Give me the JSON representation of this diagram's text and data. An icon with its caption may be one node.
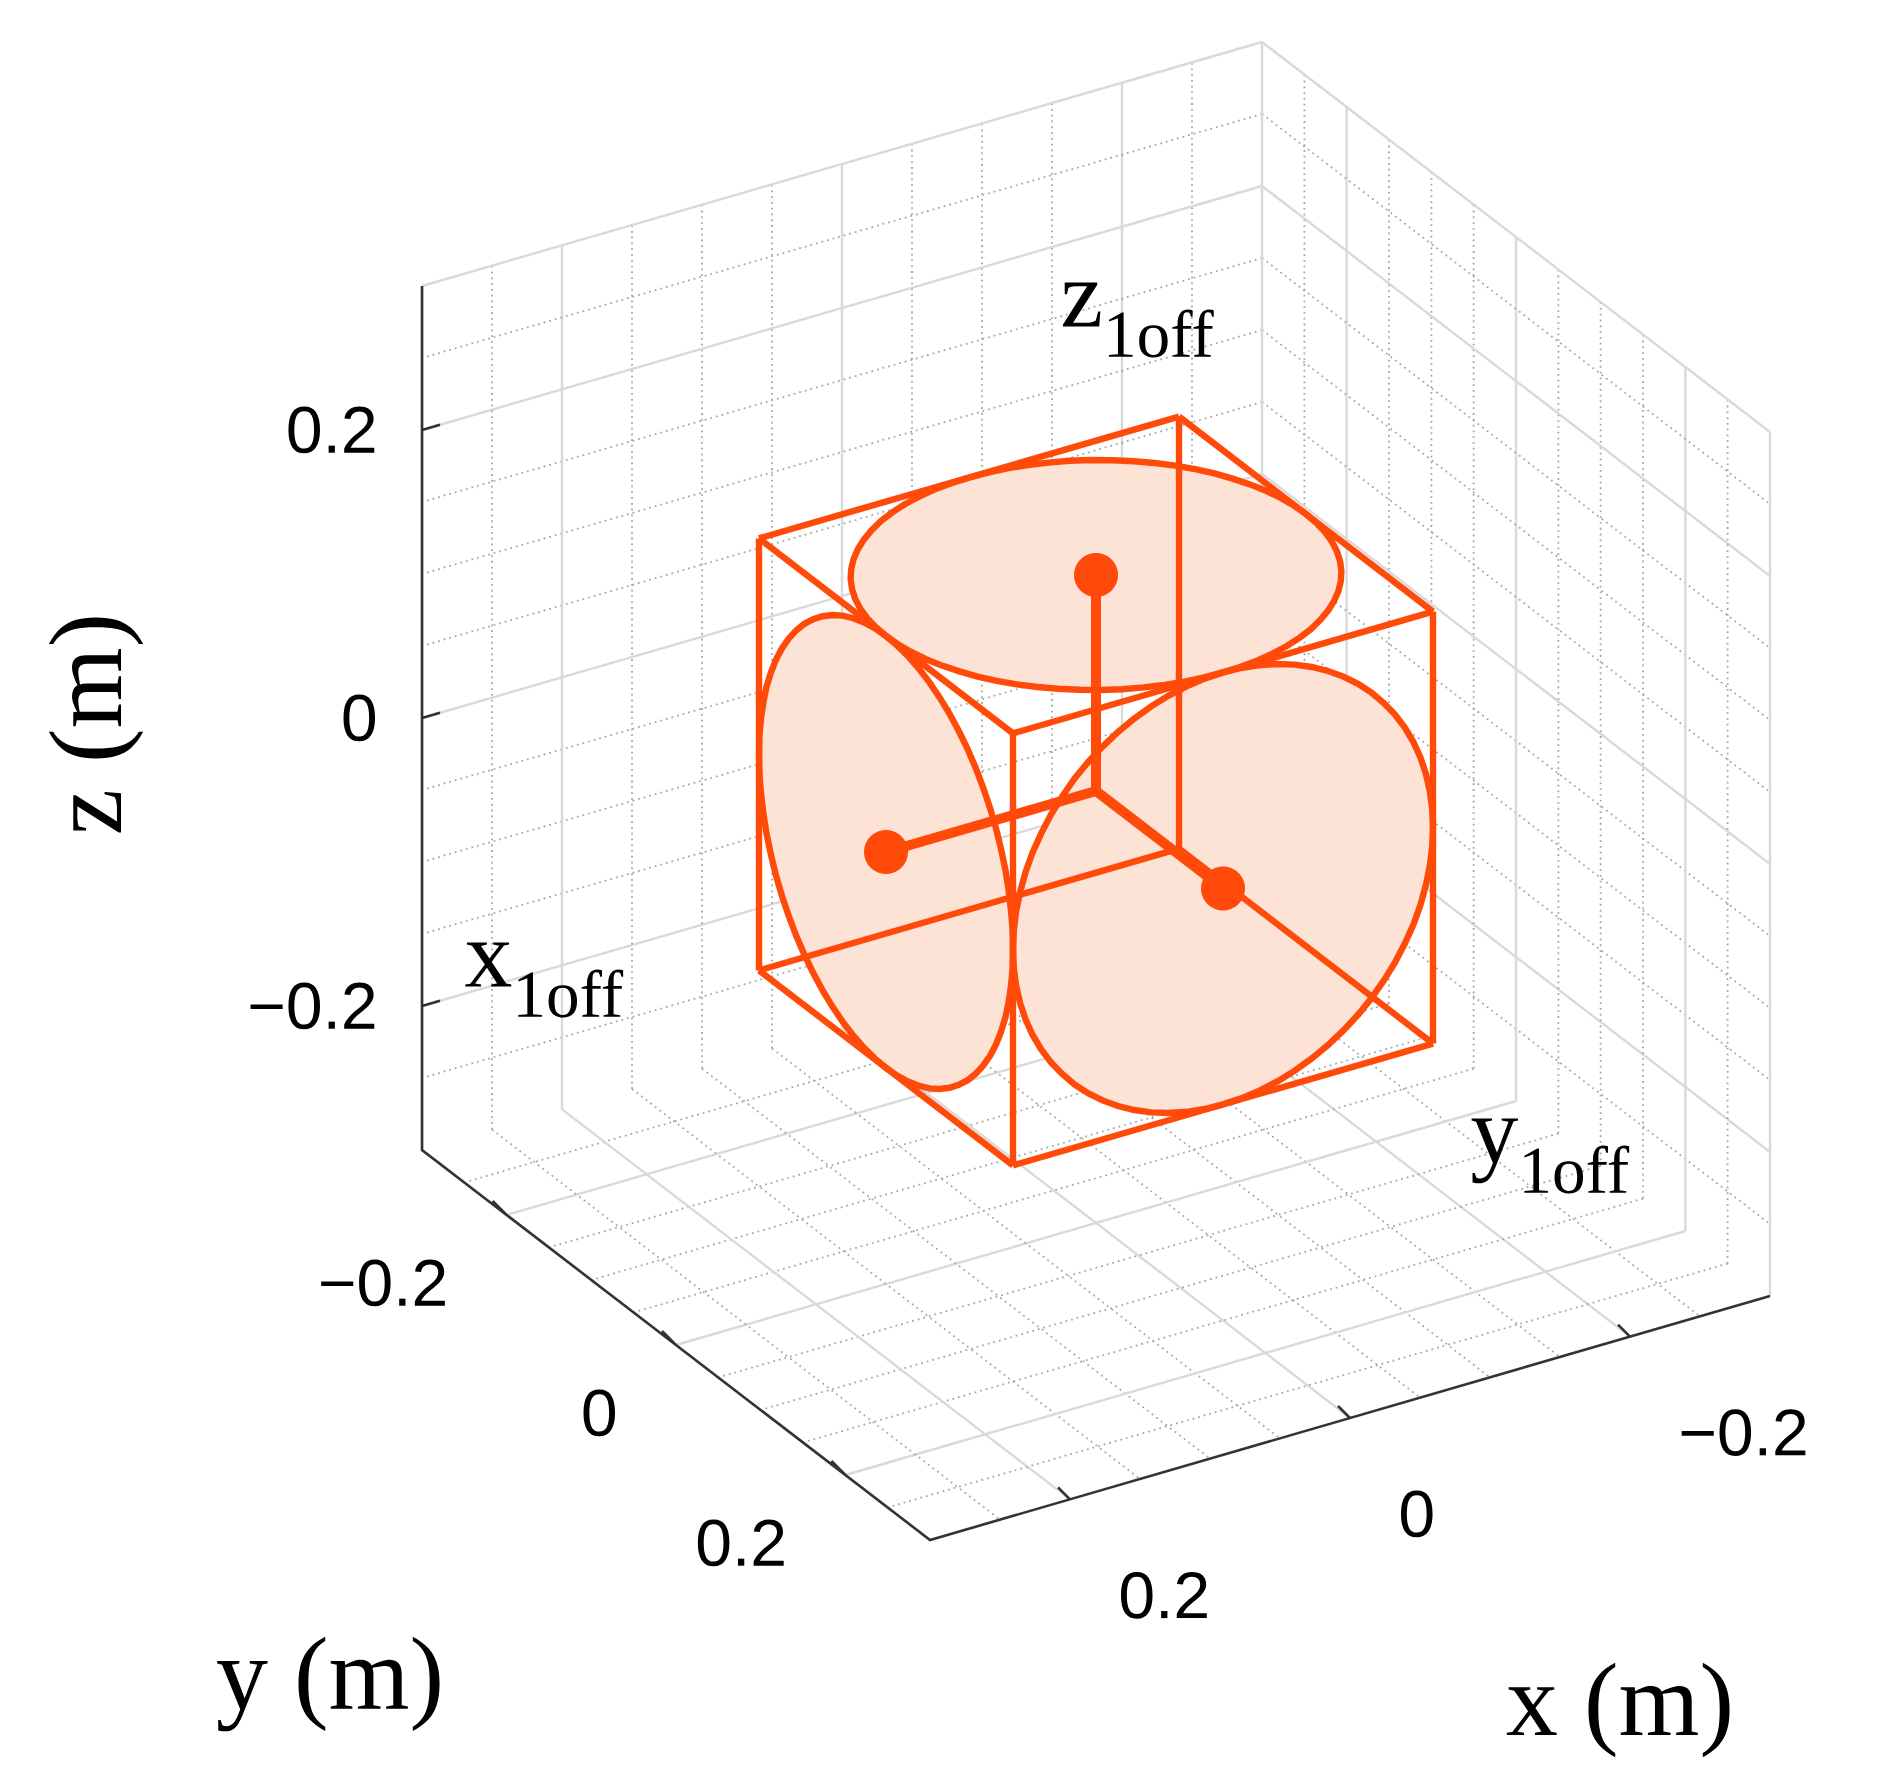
{
  "diagram": {
    "labels": [
      "z$_{1off}$",
      "0.2",
      "0",
      "z (m)",
      "x$_{1off}$",
      "−0.2",
      "y$_{1off}$",
      "−0.2",
      "0",
      "0.2",
      "−0.2",
      "0",
      "0.2",
      "y (m)",
      "x (m)"
    ]
  }
}
